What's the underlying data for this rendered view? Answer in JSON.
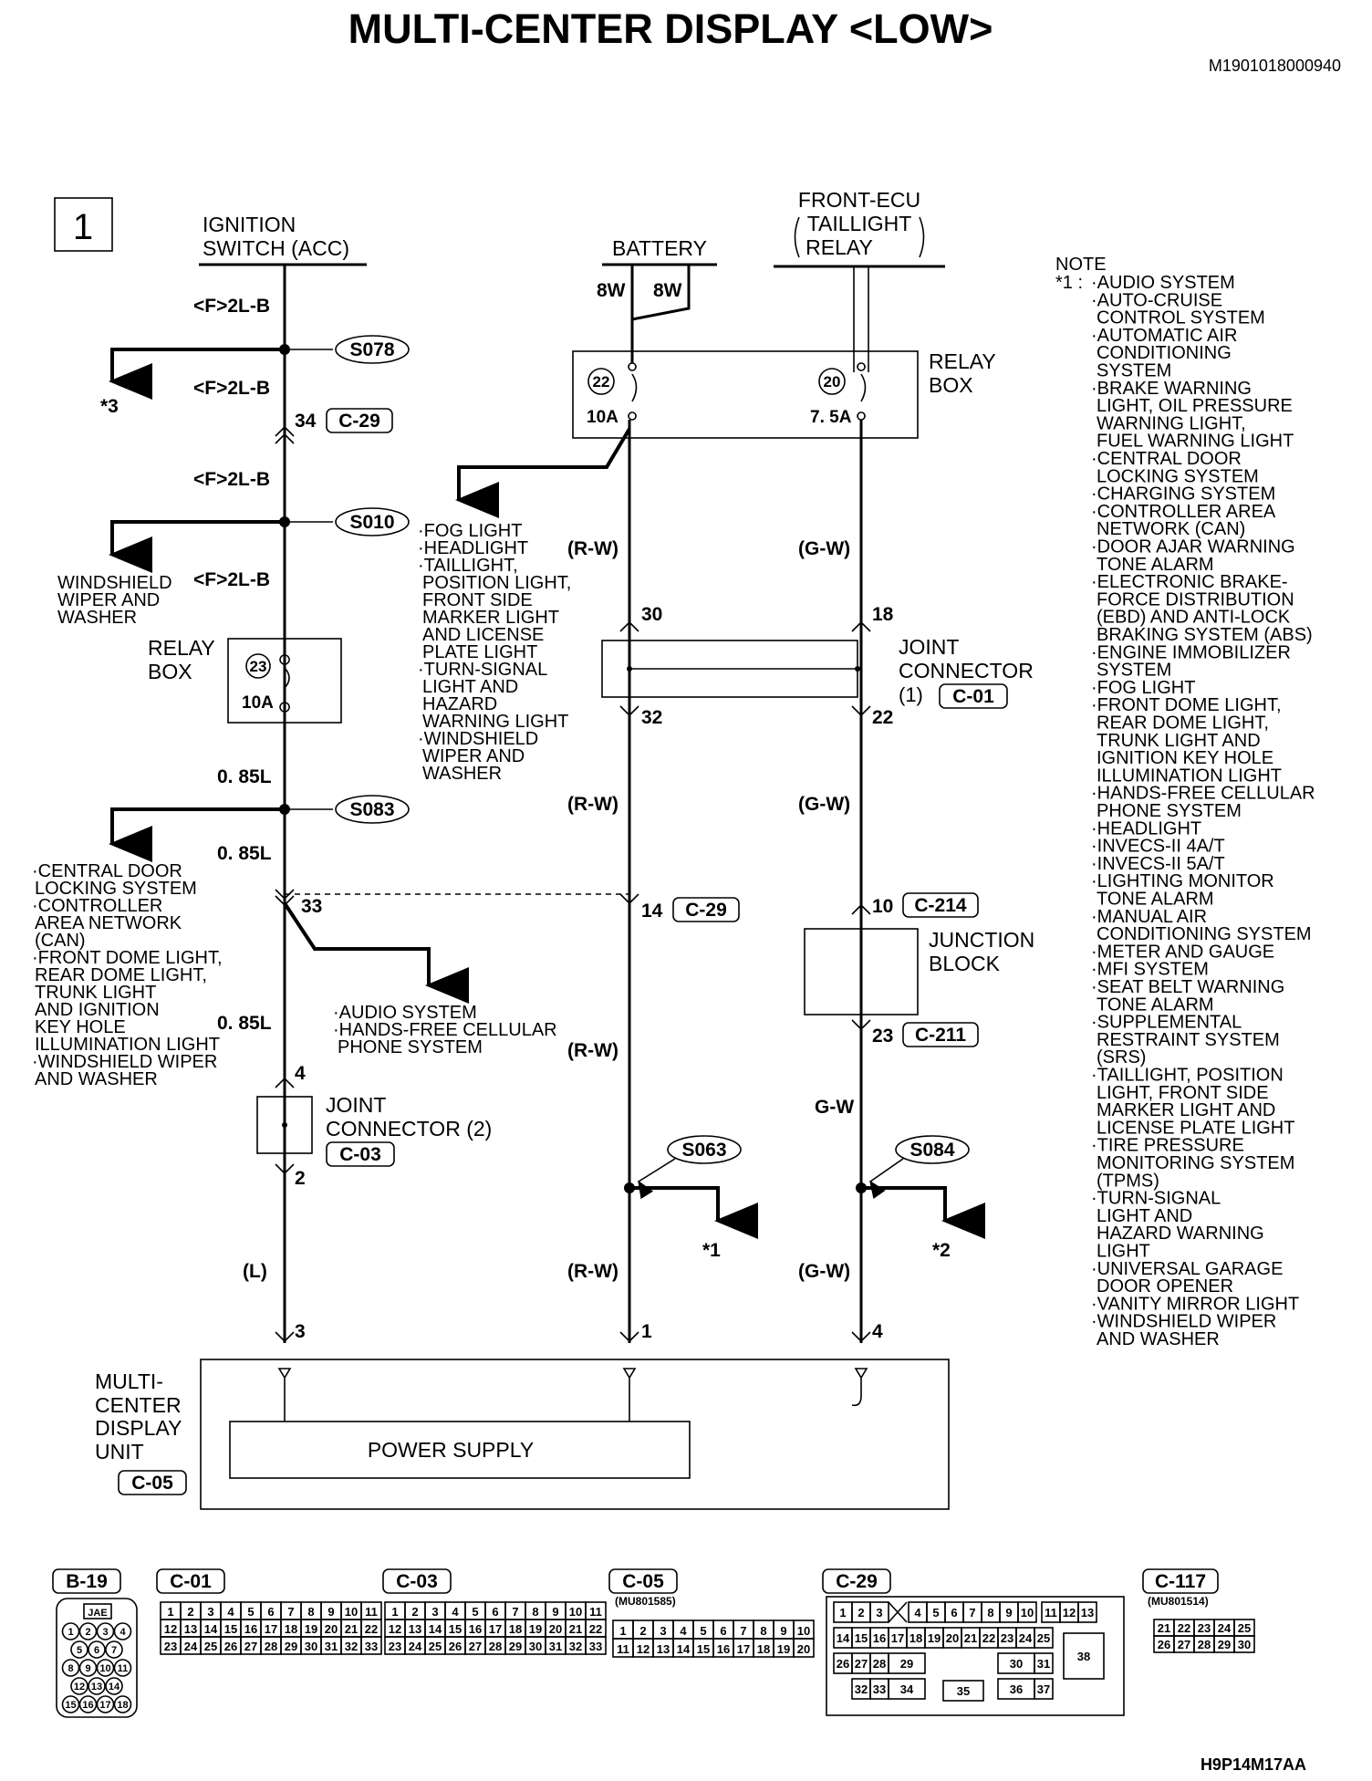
{
  "title": "MULTI-CENTER DISPLAY <LOW>",
  "doc_code": "M1901018000940",
  "figure_code": "H9P14M17AA",
  "figure_number": "1",
  "sources": {
    "ignition": [
      "IGNITION",
      "SWITCH (ACC)"
    ],
    "battery": "BATTERY",
    "front_ecu": [
      "FRONT-ECU",
      "TAILLIGHT",
      "RELAY"
    ]
  },
  "wires": {
    "f2lb": "<F>2L-B",
    "l085": "0. 85L",
    "l": "(L)",
    "rw": "(R-W)",
    "gw": "(G-W)",
    "gw_plain": "G-W",
    "w8": "8W"
  },
  "splices": [
    "S078",
    "S010",
    "S083",
    "S063",
    "S084"
  ],
  "connectors": {
    "c29": "C-29",
    "c01": "C-01",
    "c03": "C-03",
    "c05": "C-05",
    "c214": "C-214",
    "c211": "C-211",
    "b19": "B-19",
    "c117": "C-117"
  },
  "pins": {
    "p34": "34",
    "p30": "30",
    "p18": "18",
    "p32": "32",
    "p22": "22",
    "p33": "33",
    "p14": "14",
    "p10": "10",
    "p23": "23",
    "p4": "4",
    "p2": "2",
    "p3": "3",
    "p1": "1",
    "p4b": "4"
  },
  "relay_box": [
    "RELAY",
    "BOX"
  ],
  "fuses": {
    "f22": "22",
    "f22_amp": "10A",
    "f20": "20",
    "f20_amp": "7. 5A",
    "f23": "23",
    "f23_amp": "10A"
  },
  "joint_connector_1": [
    "JOINT",
    "CONNECTOR",
    "(1)"
  ],
  "joint_connector_2": [
    "JOINT",
    "CONNECTOR (2)"
  ],
  "junction_block": [
    "JUNCTION",
    "BLOCK"
  ],
  "unit": [
    "MULTI-",
    "CENTER",
    "DISPLAY",
    "UNIT"
  ],
  "power_supply": "POWER SUPPLY",
  "refs": {
    "star3": "*3",
    "star1": "*1",
    "star2": "*2"
  },
  "windshield_branch": [
    "WINDSHIELD",
    "WIPER AND",
    "WASHER"
  ],
  "fuse22_list": [
    "·FOG LIGHT",
    "·HEADLIGHT",
    "·TAILLIGHT,",
    "POSITION LIGHT,",
    "FRONT SIDE",
    "MARKER LIGHT",
    "AND LICENSE",
    "PLATE LIGHT",
    "·TURN-SIGNAL",
    "LIGHT AND",
    "HAZARD",
    "WARNING LIGHT",
    "·WINDSHIELD",
    "WIPER AND",
    "WASHER"
  ],
  "s083_list": [
    "·CENTRAL DOOR",
    "LOCKING SYSTEM",
    "·CONTROLLER",
    "AREA NETWORK",
    "(CAN)",
    "·FRONT DOME LIGHT,",
    "REAR DOME LIGHT,",
    "TRUNK LIGHT",
    "AND IGNITION",
    "KEY HOLE",
    "ILLUMINATION LIGHT",
    "·WINDSHIELD WIPER",
    "AND WASHER"
  ],
  "pin33_list": [
    "·AUDIO SYSTEM",
    "·HANDS-FREE CELLULAR",
    "PHONE SYSTEM"
  ],
  "note_head": "NOTE",
  "note_marker": "*1 :",
  "note_list": [
    "·AUDIO SYSTEM",
    "·AUTO-CRUISE",
    "CONTROL SYSTEM",
    "·AUTOMATIC AIR",
    "CONDITIONING",
    "SYSTEM",
    "·BRAKE WARNING",
    "LIGHT, OIL PRESSURE",
    "WARNING LIGHT,",
    "FUEL WARNING LIGHT",
    "·CENTRAL DOOR",
    "LOCKING SYSTEM",
    "·CHARGING SYSTEM",
    "·CONTROLLER AREA",
    "NETWORK (CAN)",
    "·DOOR AJAR WARNING",
    "TONE ALARM",
    "·ELECTRONIC BRAKE-",
    "FORCE DISTRIBUTION",
    "(EBD) AND ANTI-LOCK",
    "BRAKING SYSTEM (ABS)",
    "·ENGINE IMMOBILIZER",
    "SYSTEM",
    "·FOG LIGHT",
    "·FRONT DOME LIGHT,",
    "REAR DOME LIGHT,",
    "TRUNK LIGHT AND",
    "IGNITION KEY HOLE",
    "ILLUMINATION LIGHT",
    "·HANDS-FREE CELLULAR",
    "PHONE SYSTEM",
    "·HEADLIGHT",
    "·INVECS-II 4A/T",
    "·INVECS-II 5A/T",
    "·LIGHTING MONITOR",
    "TONE ALARM",
    "·MANUAL AIR",
    "CONDITIONING SYSTEM",
    "·METER AND GAUGE",
    "·MFI SYSTEM",
    "·SEAT BELT WARNING",
    "TONE ALARM",
    "·SUPPLEMENTAL",
    "RESTRAINT SYSTEM",
    "(SRS)",
    "·TAILLIGHT, POSITION",
    "LIGHT, FRONT SIDE",
    "MARKER LIGHT AND",
    "LICENSE PLATE LIGHT",
    "·TIRE PRESSURE",
    "MONITORING SYSTEM",
    "(TPMS)",
    "·TURN-SIGNAL",
    "LIGHT AND",
    "HAZARD WARNING",
    "LIGHT",
    "·UNIVERSAL GARAGE",
    "DOOR OPENER",
    "·VANITY MIRROR LIGHT",
    "·WINDSHIELD WIPER",
    "AND WASHER"
  ],
  "part_numbers": {
    "c05": "(MU801585)",
    "c117": "(MU801514)"
  },
  "pinouts": {
    "b19_label": "JAE",
    "b19_rows": [
      [
        "1",
        "2",
        "3",
        "4"
      ],
      [
        "5",
        "6",
        "7"
      ],
      [
        "8",
        "9",
        "10",
        "11"
      ],
      [
        "12",
        "13",
        "14"
      ],
      [
        "15",
        "16",
        "17",
        "18"
      ]
    ],
    "c01_rows": [
      [
        "1",
        "2",
        "3",
        "4",
        "5",
        "6",
        "7",
        "8",
        "9",
        "10",
        "11"
      ],
      [
        "12",
        "13",
        "14",
        "15",
        "16",
        "17",
        "18",
        "19",
        "20",
        "21",
        "22"
      ],
      [
        "23",
        "24",
        "25",
        "26",
        "27",
        "28",
        "29",
        "30",
        "31",
        "32",
        "33"
      ]
    ],
    "c03_rows": [
      [
        "1",
        "2",
        "3",
        "4",
        "5",
        "6",
        "7",
        "8",
        "9",
        "10",
        "11"
      ],
      [
        "12",
        "13",
        "14",
        "15",
        "16",
        "17",
        "18",
        "19",
        "20",
        "21",
        "22"
      ],
      [
        "23",
        "24",
        "25",
        "26",
        "27",
        "28",
        "29",
        "30",
        "31",
        "32",
        "33"
      ]
    ],
    "c05_rows": [
      [
        "1",
        "2",
        "3",
        "4",
        "5",
        "6",
        "7",
        "8",
        "9",
        "10"
      ],
      [
        "11",
        "12",
        "13",
        "14",
        "15",
        "16",
        "17",
        "18",
        "19",
        "20"
      ]
    ],
    "c29_row1": [
      "1",
      "2",
      "3",
      "4",
      "5",
      "6",
      "7",
      "8",
      "9",
      "10",
      "11",
      "12",
      "13"
    ],
    "c29_row2": [
      "14",
      "15",
      "16",
      "17",
      "18",
      "19",
      "20",
      "21",
      "22",
      "23",
      "24",
      "25"
    ],
    "c29_row3": [
      "26",
      "27",
      "28",
      "29",
      "30",
      "31",
      "38"
    ],
    "c29_row4": [
      "32",
      "33",
      "34",
      "35",
      "36",
      "37"
    ],
    "c117_rows": [
      [
        "21",
        "22",
        "23",
        "24",
        "25"
      ],
      [
        "26",
        "27",
        "28",
        "29",
        "30"
      ]
    ]
  },
  "colors": {
    "line": "#000000",
    "background": "#ffffff"
  }
}
